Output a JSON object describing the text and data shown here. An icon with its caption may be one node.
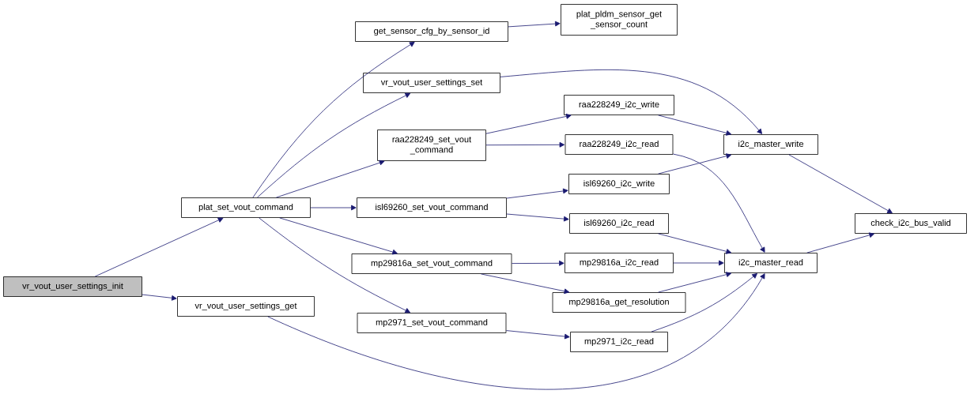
{
  "diagram": {
    "nodes": [
      {
        "text": [
          "vr_vout_user_settings_init"
        ]
      },
      {
        "text": [
          "plat_set_vout_command"
        ]
      },
      {
        "text": [
          "vr_vout_user_settings_get"
        ]
      },
      {
        "text": [
          "get_sensor_cfg_by_sensor_id"
        ]
      },
      {
        "text": [
          "plat_pldm_sensor_get _sensor_count"
        ]
      },
      {
        "text": [
          "vr_vout_user_settings_set"
        ]
      },
      {
        "text": [
          "raa228249_set_vout _command"
        ]
      },
      {
        "text": [
          "isl69260_set_vout_command"
        ]
      },
      {
        "text": [
          "mp29816a_set_vout_command"
        ]
      },
      {
        "text": [
          "mp2971_set_vout_command"
        ]
      },
      {
        "text": [
          "raa228249_i2c_write"
        ]
      },
      {
        "text": [
          "raa228249_i2c_read"
        ]
      },
      {
        "text": [
          "isl69260_i2c_write"
        ]
      },
      {
        "text": [
          "isl69260_i2c_read"
        ]
      },
      {
        "text": [
          "mp29816a_i2c_read"
        ]
      },
      {
        "text": [
          "mp29816a_get_resolution"
        ]
      },
      {
        "text": [
          "mp2971_i2c_read"
        ]
      },
      {
        "text": [
          "i2c_master_write"
        ]
      },
      {
        "text": [
          "i2c_master_read"
        ]
      },
      {
        "text": [
          "check_i2c_bus_valid"
        ]
      }
    ],
    "edges": [
      {
        "from": 0,
        "to": 1,
        "arrow": "to"
      },
      {
        "from": 0,
        "to": 2,
        "arrow": "to"
      },
      {
        "from": 1,
        "to": 3,
        "arrow": "to"
      },
      {
        "from": 1,
        "to": 5,
        "arrow": "to"
      },
      {
        "from": 1,
        "to": 6,
        "arrow": "to"
      },
      {
        "from": 1,
        "to": 7,
        "arrow": "to"
      },
      {
        "from": 1,
        "to": 8,
        "arrow": "to"
      },
      {
        "from": 1,
        "to": 9,
        "arrow": "to"
      },
      {
        "from": 3,
        "to": 4,
        "arrow": "to"
      },
      {
        "from": 5,
        "to": 17,
        "arrow": "to"
      },
      {
        "from": 6,
        "to": 10,
        "arrow": "to"
      },
      {
        "from": 6,
        "to": 11,
        "arrow": "to"
      },
      {
        "from": 7,
        "to": 12,
        "arrow": "to"
      },
      {
        "from": 7,
        "to": 13,
        "arrow": "to"
      },
      {
        "from": 8,
        "to": 14,
        "arrow": "to"
      },
      {
        "from": 8,
        "to": 15,
        "arrow": "to"
      },
      {
        "from": 9,
        "to": 16,
        "arrow": "to"
      },
      {
        "from": 10,
        "to": 17,
        "arrow": "to"
      },
      {
        "from": 11,
        "to": 18,
        "arrow": "to"
      },
      {
        "from": 12,
        "to": 17,
        "arrow": "to"
      },
      {
        "from": 13,
        "to": 18,
        "arrow": "to"
      },
      {
        "from": 14,
        "to": 18,
        "arrow": "to"
      },
      {
        "from": 15,
        "to": 18,
        "arrow": "to"
      },
      {
        "from": 16,
        "to": 18,
        "arrow": "to"
      },
      {
        "from": 2,
        "to": 18,
        "arrow": "to"
      },
      {
        "from": 17,
        "to": 19,
        "arrow": "to"
      },
      {
        "from": 18,
        "to": 19,
        "arrow": "to"
      }
    ]
  }
}
